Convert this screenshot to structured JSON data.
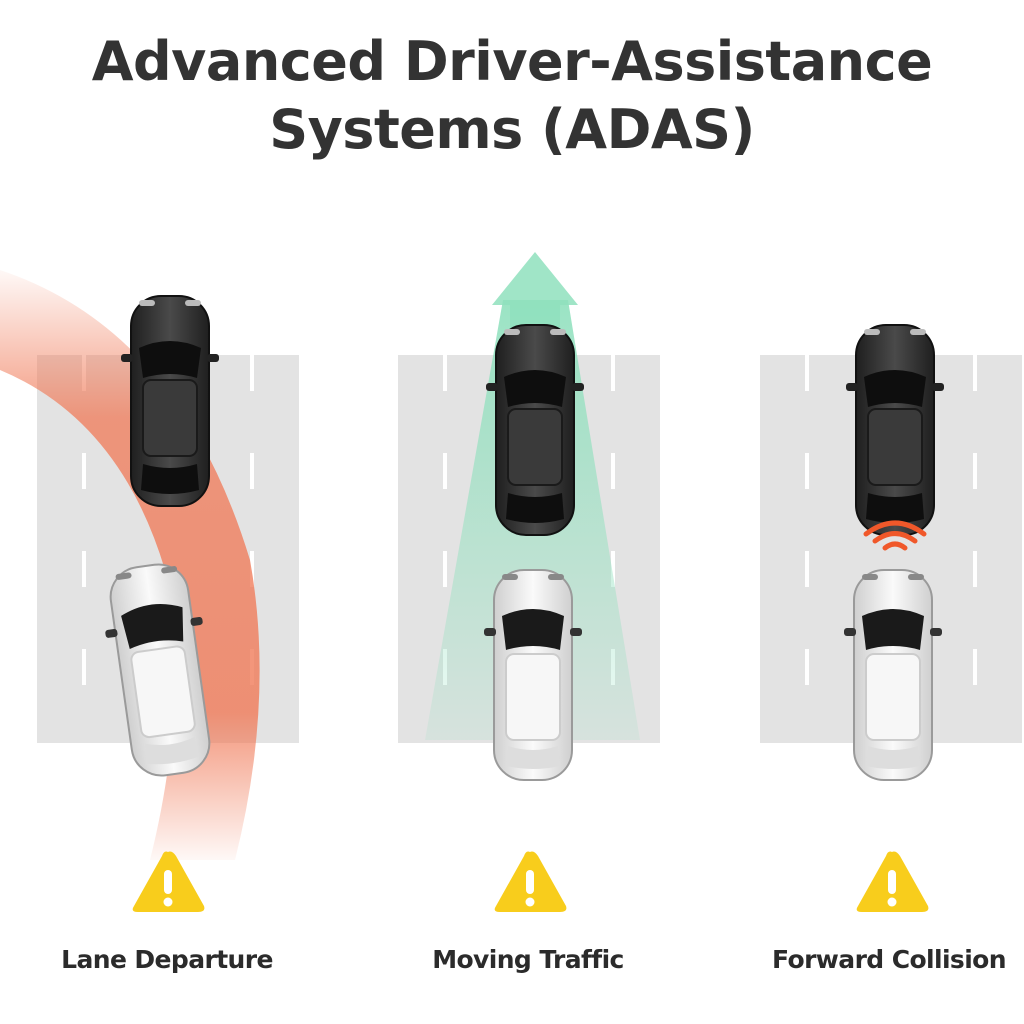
{
  "title": {
    "line1": "Advanced Driver-Assistance",
    "line2": "Systems (ADAS)"
  },
  "panels": [
    {
      "label": "Lane Departure",
      "warning_icon": "warning-triangle-icon"
    },
    {
      "label": "Moving Traffic",
      "warning_icon": "warning-triangle-icon"
    },
    {
      "label": "Forward Collision",
      "warning_icon": "warning-triangle-icon"
    }
  ],
  "colors": {
    "road": "#e3e3e3",
    "lane_marking": "#ffffff",
    "lane_departure_glow": "#f07a58",
    "moving_traffic_beam": "#8fe0bd",
    "collision_signal": "#f0582a",
    "warning_yellow": "#f8cd1c",
    "dark_car": "#2f2f2f",
    "white_car": "#f4f4f4"
  }
}
